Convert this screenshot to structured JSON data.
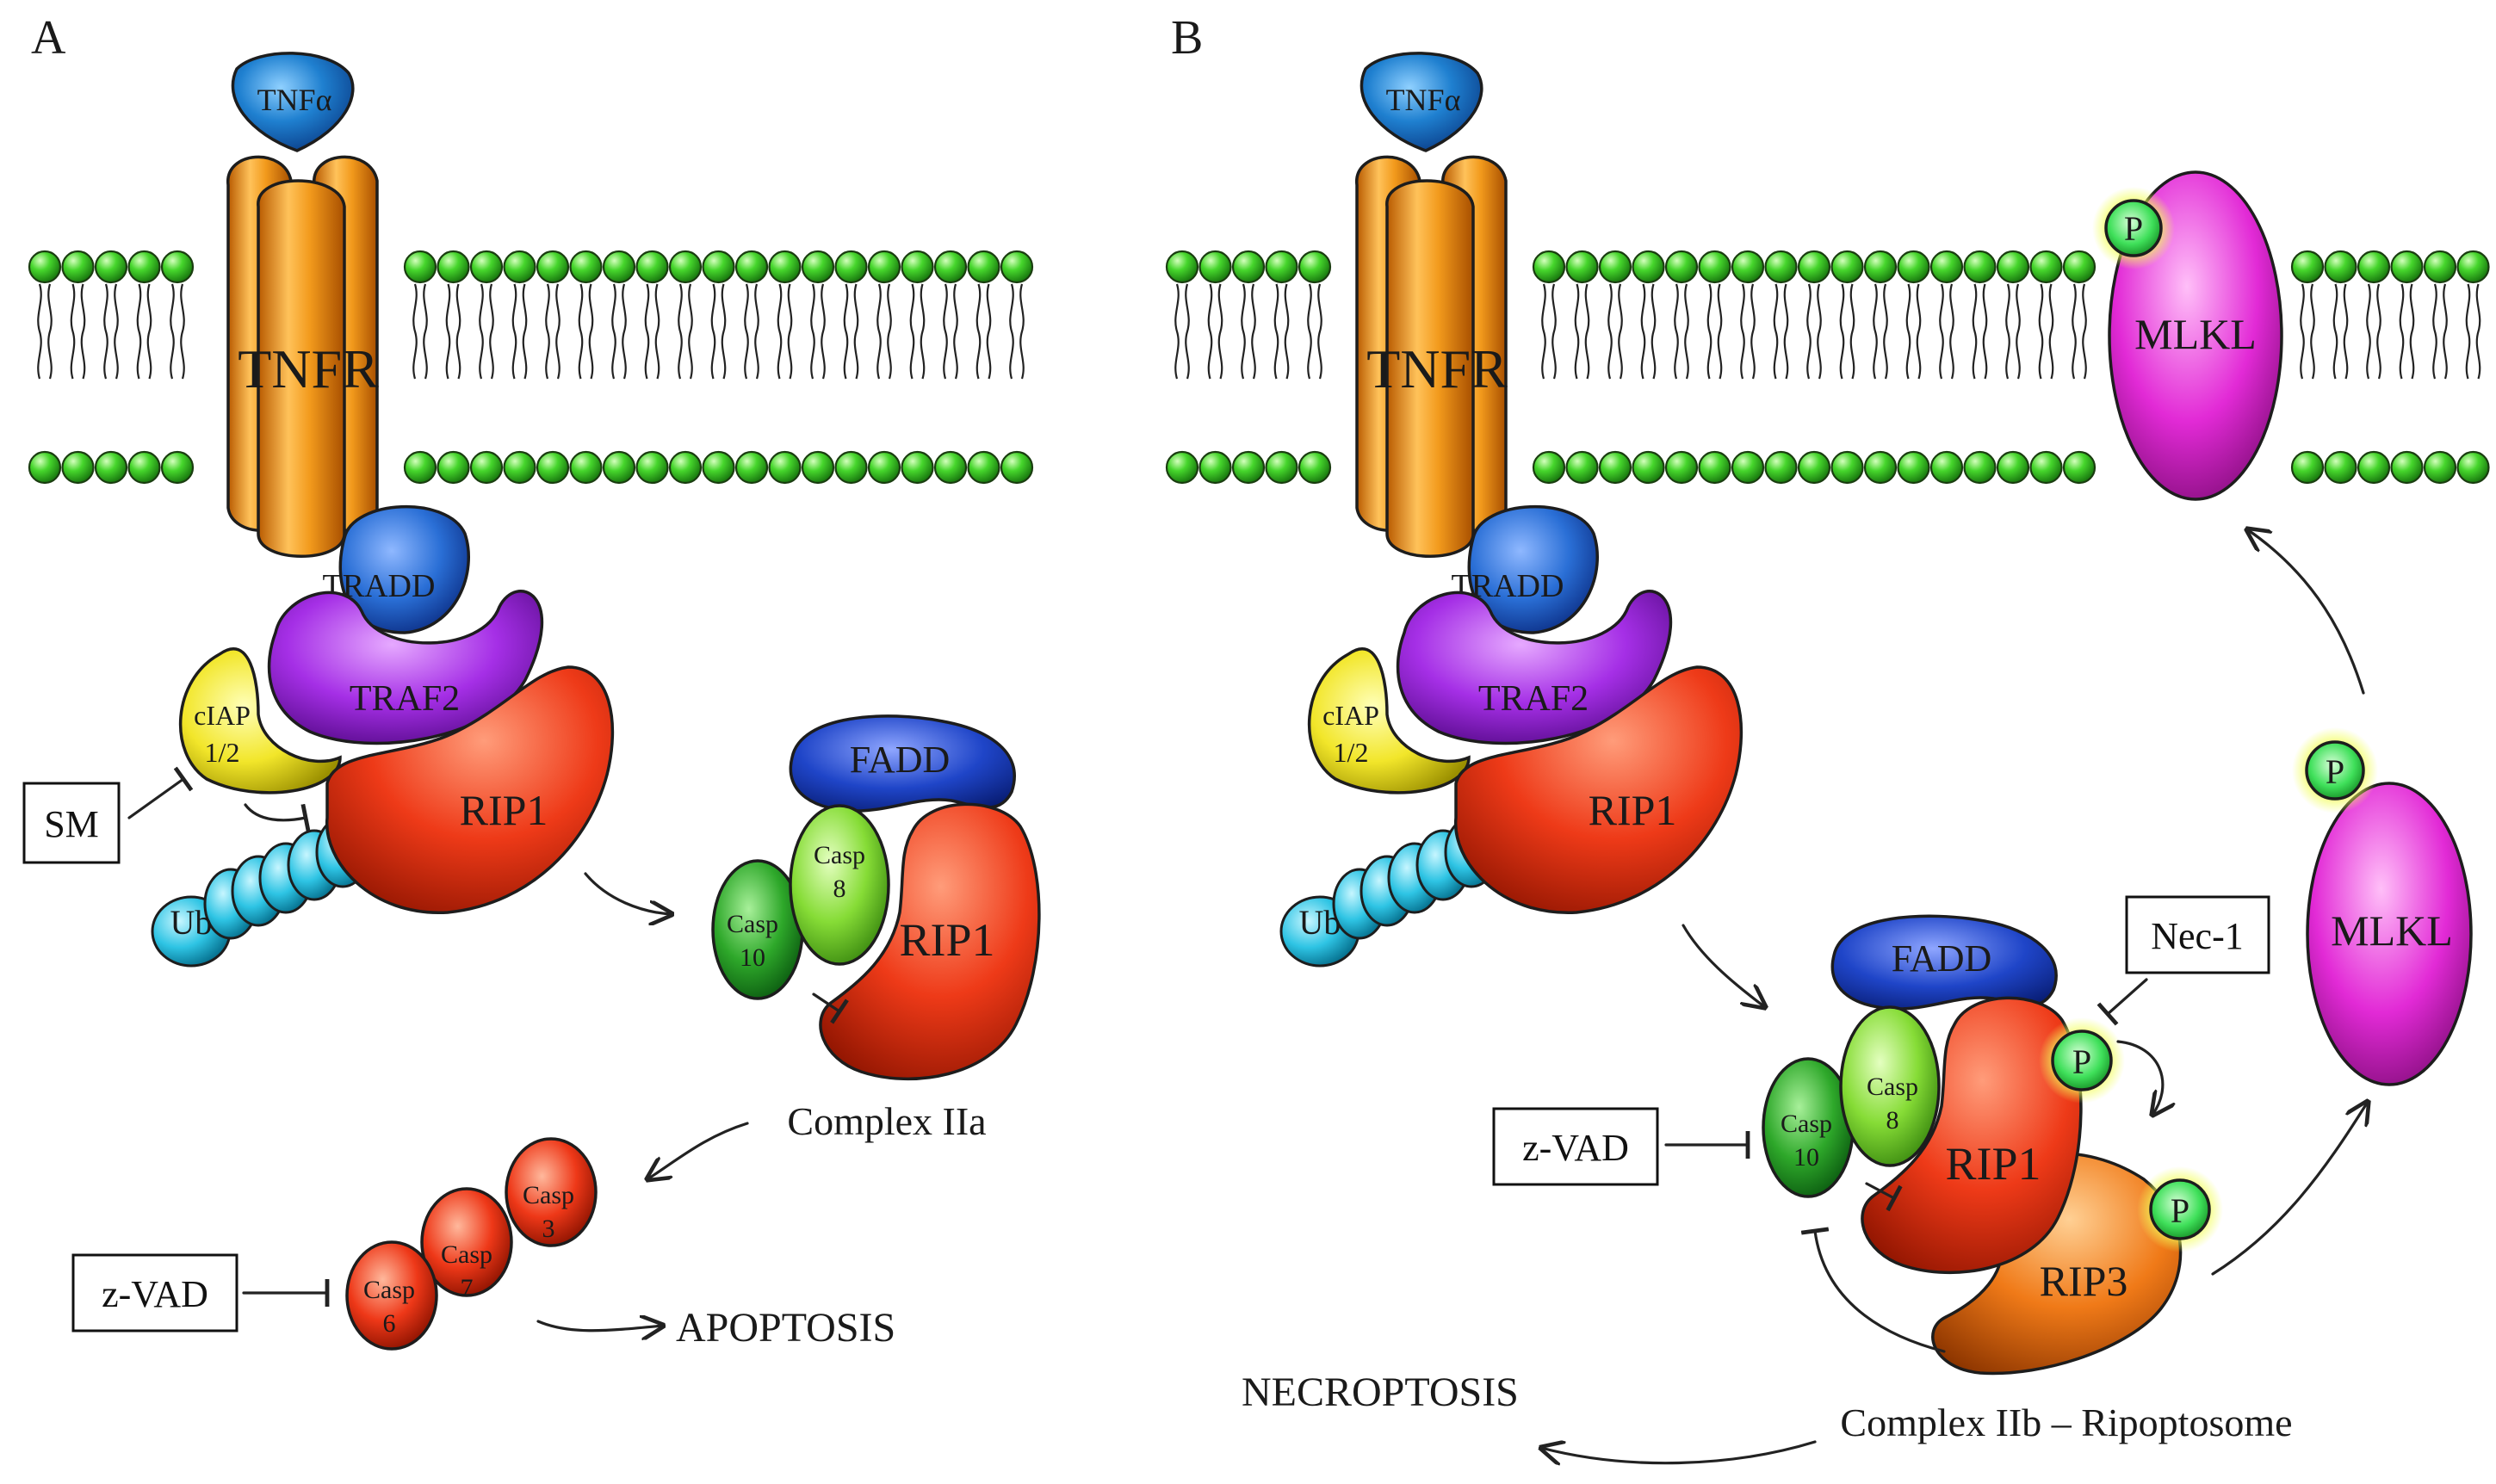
{
  "panels": {
    "a": {
      "letter": "A",
      "ligand": "TNFα",
      "receptor": "TNFR",
      "tradd": "TRADD",
      "traf2": "TRAF2",
      "ciap_line1": "cIAP",
      "ciap_line2": "1/2",
      "rip1": "RIP1",
      "ub": "Ub",
      "sm_box": "SM",
      "fadd": "FADD",
      "casp8_line1": "Casp",
      "casp8_line2": "8",
      "casp10_line1": "Casp",
      "casp10_line2": "10",
      "complex_rip1": "RIP1",
      "complex_label": "Complex IIa",
      "casp3_line1": "Casp",
      "casp3_line2": "3",
      "casp7_line1": "Casp",
      "casp7_line2": "7",
      "casp6_line1": "Casp",
      "casp6_line2": "6",
      "zvad_box": "z-VAD",
      "outcome": "APOPTOSIS"
    },
    "b": {
      "letter": "B",
      "ligand": "TNFα",
      "receptor": "TNFR",
      "tradd": "TRADD",
      "traf2": "TRAF2",
      "ciap_line1": "cIAP",
      "ciap_line2": "1/2",
      "rip1": "RIP1",
      "ub": "Ub",
      "mlkl_membrane": "MLKL",
      "mlkl_free": "MLKL",
      "phospho": "P",
      "fadd": "FADD",
      "casp8_line1": "Casp",
      "casp8_line2": "8",
      "casp10_line1": "Casp",
      "casp10_line2": "10",
      "complex_rip1": "RIP1",
      "rip3": "RIP3",
      "nec1_box": "Nec-1",
      "zvad_box": "z-VAD",
      "complex_label": "Complex IIb – Ripoptosome",
      "outcome": "NECROPTOSIS"
    }
  },
  "colors": {
    "lipid_head": "#3fd42a",
    "tnf": "#1f7fd0",
    "tnfr": "#f5a020",
    "tradd": "#2a6fd6",
    "traf2": "#a52fe6",
    "ciap": "#f2e62a",
    "rip1": "#ee3a18",
    "ub": "#38c8e6",
    "fadd": "#1f45c8",
    "casp8": "#8ce03a",
    "casp10": "#2ea82a",
    "casp_exec": "#ee3818",
    "rip3": "#f07a18",
    "mlkl": "#e22ad6",
    "phospho": "#3fe05a"
  }
}
